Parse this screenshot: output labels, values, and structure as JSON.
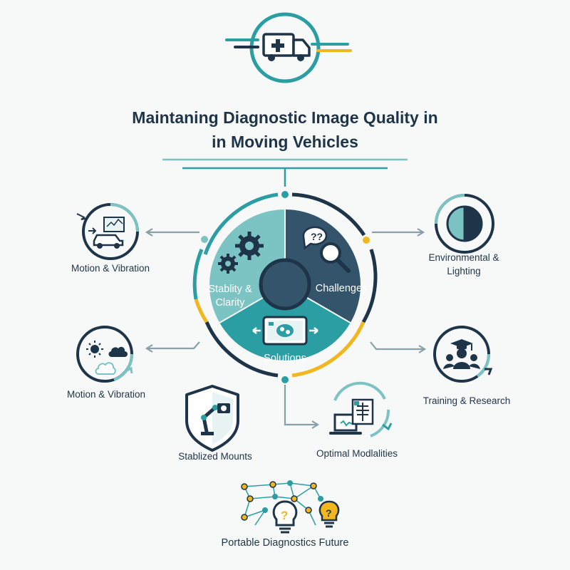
{
  "title": {
    "line1": "Maintaning Diagnostic Image Quality in",
    "line2": "in Moving Vehicles"
  },
  "center": {
    "segments": [
      {
        "label_l1": "Stablity &",
        "label_l2": "Clarity"
      },
      {
        "label_l1": "Challenges",
        "label_l2": ""
      },
      {
        "label_l1": "Solutions",
        "label_l2": ""
      }
    ]
  },
  "nodes": {
    "top_left": {
      "label": "Motion & Vibration",
      "icon": "vehicle-vibration-icon"
    },
    "mid_left": {
      "label": "Motion & Vibration",
      "icon": "weather-icon"
    },
    "top_right": {
      "label_l1": "Environmental &",
      "label_l2": "Lighting",
      "icon": "light-contrast-icon"
    },
    "mid_right": {
      "label": "Training & Research",
      "icon": "training-group-icon"
    },
    "bottom_left": {
      "label": "Stablized Mounts",
      "icon": "robotic-mount-shield-icon"
    },
    "bottom_center": {
      "label": "Optimal Modlalities",
      "icon": "xray-laptop-icon"
    },
    "bottom": {
      "label": "Portable Diagnostics Future",
      "icon": "network-lightbulb-icon"
    }
  },
  "colors": {
    "navy": "#1e3448",
    "teal": "#2a9ea3",
    "light_teal": "#7cc3c4",
    "slate": "#33546b",
    "yellow": "#f2b61f"
  }
}
